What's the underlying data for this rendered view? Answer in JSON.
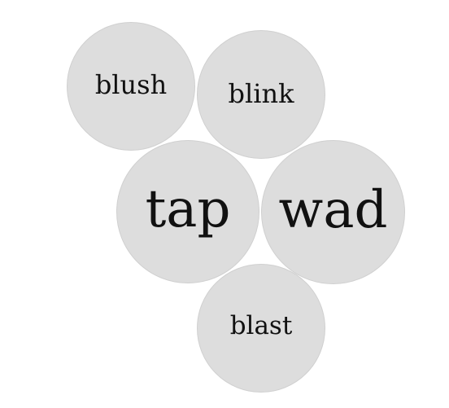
{
  "bubbles": [
    {
      "word": "blush"
    },
    {
      "word": "blink"
    },
    {
      "word": "tap"
    },
    {
      "word": "wad"
    },
    {
      "word": "blast"
    }
  ],
  "colors": {
    "bubble_fill": "#dddddd",
    "bubble_border": "#d0d0d0",
    "text": "#111111",
    "background": "#ffffff"
  }
}
